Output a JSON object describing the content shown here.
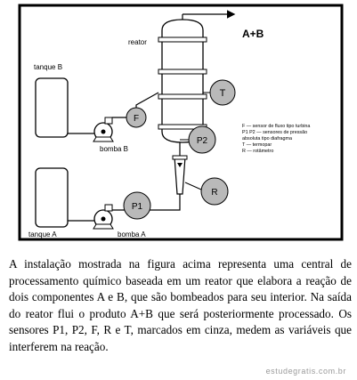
{
  "diagram": {
    "reactor_label": "reator",
    "product_label": "A+B",
    "tank_b_label": "tanque B",
    "tank_a_label": "tanque A",
    "pump_b_label": "bomba B",
    "pump_a_label": "bomba A",
    "sensors": {
      "F": "F",
      "P1": "P1",
      "P2": "P2",
      "T": "T",
      "R": "R"
    },
    "legend": [
      "F — sensor de fluxo tipo turbina",
      "P1 P2 — sensores de pressão",
      "absoluta tipo diafragma",
      "T — termopar",
      "R — rotâmetro"
    ]
  },
  "question_lines": [
    "A instalação mostrada na figura acima representa uma central de",
    "processamento químico baseada em um reator que elabora a",
    "reação de dois componentes A e B, que são bombeados para seu",
    "interior. Na saída do reator flui o produto A+B que será",
    "posteriormente processado. Os sensores P1, P2, F, R e T,",
    "marcados em cinza, medem as variáveis que interferem na reação."
  ],
  "watermark": "estudegratis.com.br"
}
